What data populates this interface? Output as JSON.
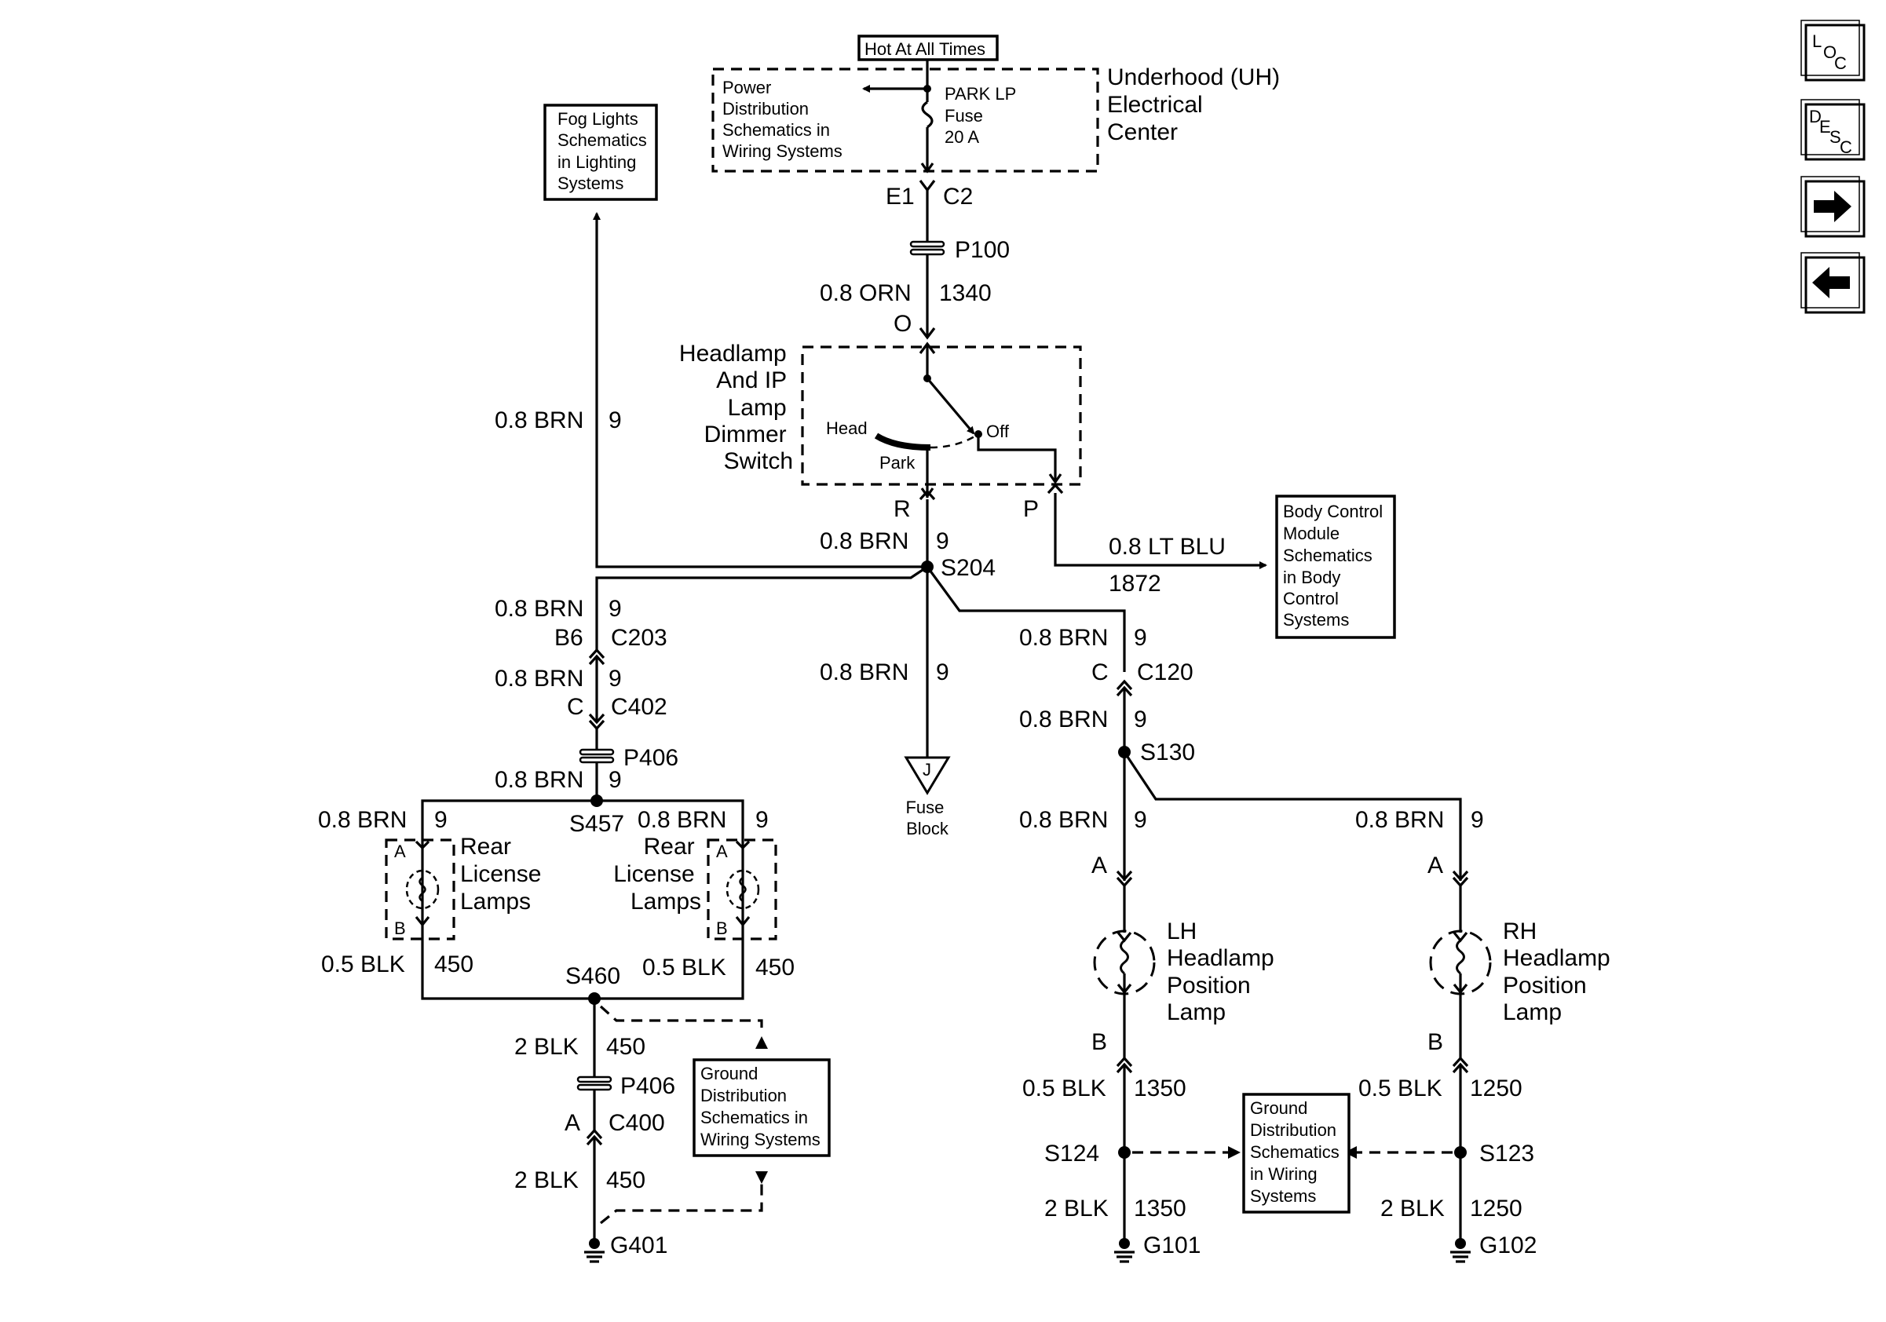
{
  "nav": {
    "loc": {
      "l": "L",
      "o": "O",
      "c": "C"
    },
    "desc": {
      "d": "D",
      "e": "E",
      "s": "S",
      "c": "C"
    }
  },
  "power": {
    "hot_label": "Hot At All Times",
    "uh_center": [
      "Underhood (UH)",
      "Electrical",
      "Center"
    ],
    "pwr_dist": [
      "Power",
      "Distribution",
      "Schematics in",
      "Wiring Systems"
    ],
    "fuse": [
      "PARK LP",
      "Fuse",
      "20 A"
    ],
    "conn_left": "E1",
    "conn_right": "C2",
    "p100": "P100",
    "wire_color": "0.8 ORN",
    "circuit": "1340",
    "pin": "O"
  },
  "switch": {
    "title": [
      "Headlamp",
      "And IP",
      "Lamp",
      "Dimmer",
      "Switch"
    ],
    "head": "Head",
    "park": "Park",
    "off": "Off",
    "pin_r": "R",
    "pin_p": "P"
  },
  "fog": {
    "box": [
      "Fog Lights",
      "Schematics",
      "in Lighting",
      "Systems"
    ],
    "wire": "0.8 BRN",
    "circuit": "9"
  },
  "bcm": {
    "box": [
      "Body Control",
      "Module",
      "Schematics",
      "in Body",
      "Control",
      "Systems"
    ],
    "wire": "0.8 LT BLU",
    "circuit": "1872"
  },
  "splices": {
    "s204": "S204",
    "s457": "S457",
    "s460": "S460",
    "s130": "S130",
    "s124": "S124",
    "s123": "S123"
  },
  "labels": {
    "brn": "0.8 BRN",
    "nine": "9",
    "blk05": "0.5 BLK",
    "blk2": "2 BLK",
    "c450": "450",
    "c1350": "1350",
    "c1250": "1250",
    "b6": "B6",
    "c203": "C203",
    "c_pin": "C",
    "c402": "C402",
    "p406": "P406",
    "a_pin": "A",
    "b_pin": "B",
    "c400": "C400",
    "c120": "C120",
    "fuse_block": [
      "Fuse",
      "Block"
    ],
    "j": "J",
    "g401": "G401",
    "g101": "G101",
    "g102": "G102",
    "rear_license": [
      "Rear",
      "License",
      "Lamps"
    ],
    "lh_lamp": [
      "LH",
      "Headlamp",
      "Position",
      "Lamp"
    ],
    "rh_lamp": [
      "RH",
      "Headlamp",
      "Position",
      "Lamp"
    ],
    "ground_dist": [
      "Ground",
      "Distribution",
      "Schematics in",
      "Wiring Systems"
    ],
    "ground_dist2": [
      "Ground",
      "Distribution",
      "Schematics",
      "in Wiring",
      "Systems"
    ]
  }
}
